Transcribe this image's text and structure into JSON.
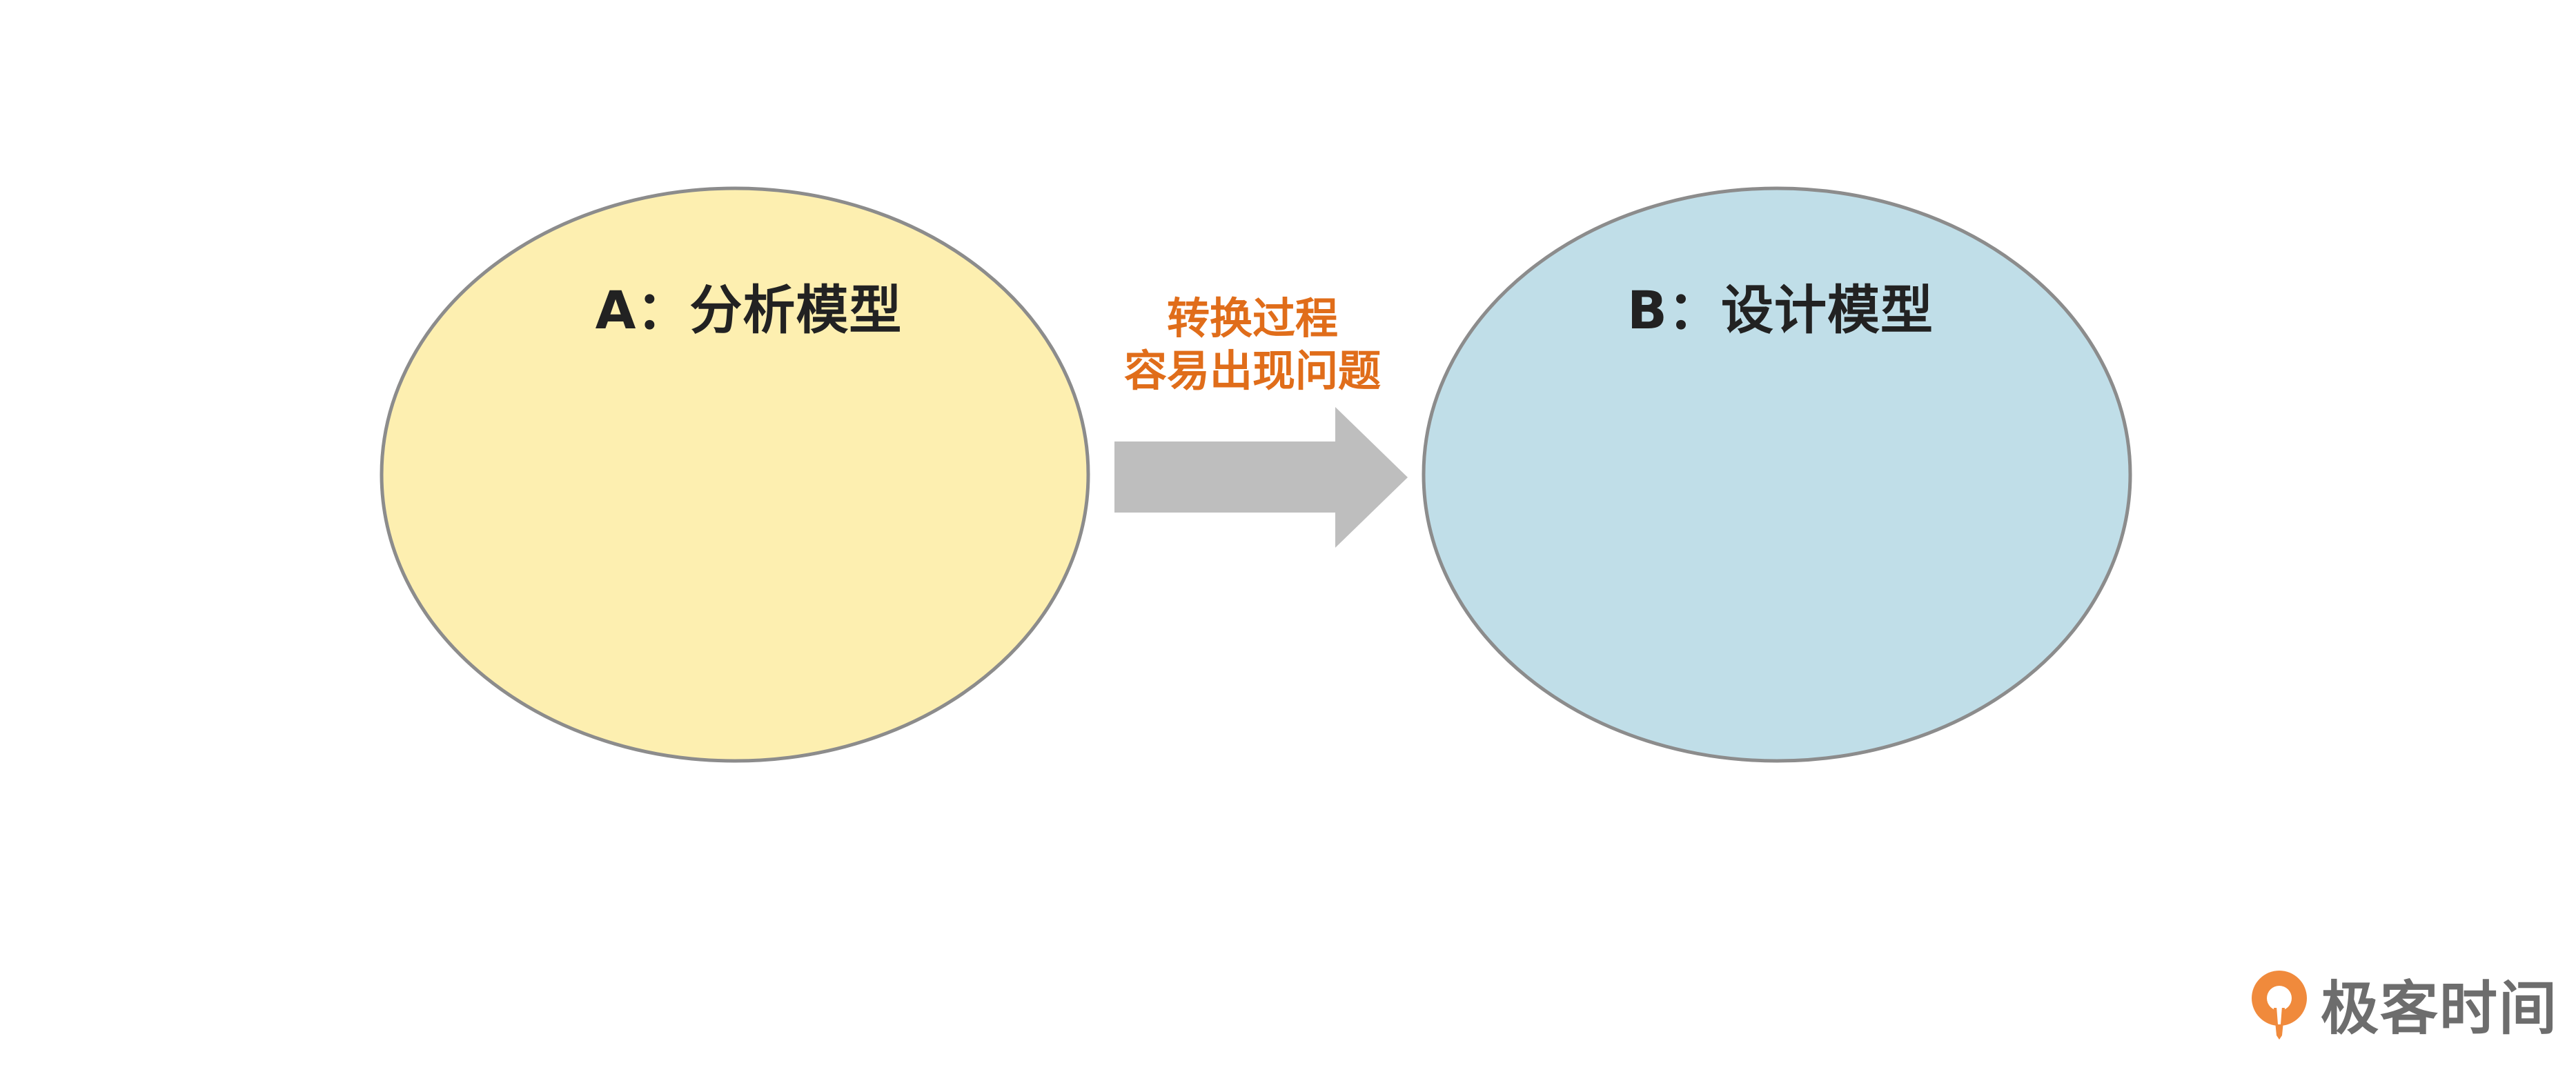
{
  "diagram": {
    "nodes": [
      {
        "id": "A",
        "label": "A：分析模型",
        "fill": "#fdefb0",
        "stroke": "#8c8c8c"
      },
      {
        "id": "B",
        "label": "B：设计模型",
        "fill": "#c0dee8",
        "stroke": "#8c8c8c"
      }
    ],
    "edge": {
      "from": "A",
      "to": "B",
      "caption_lines": [
        "转换过程",
        "容易出现问题"
      ],
      "caption_color": "#e06d1a",
      "arrow_color": "#bebebe"
    }
  },
  "brand": {
    "name": "极客时间",
    "logo_icon": "geektime-logo-icon",
    "logo_color": "#f08a3c",
    "text_color": "#6d6d6d"
  }
}
